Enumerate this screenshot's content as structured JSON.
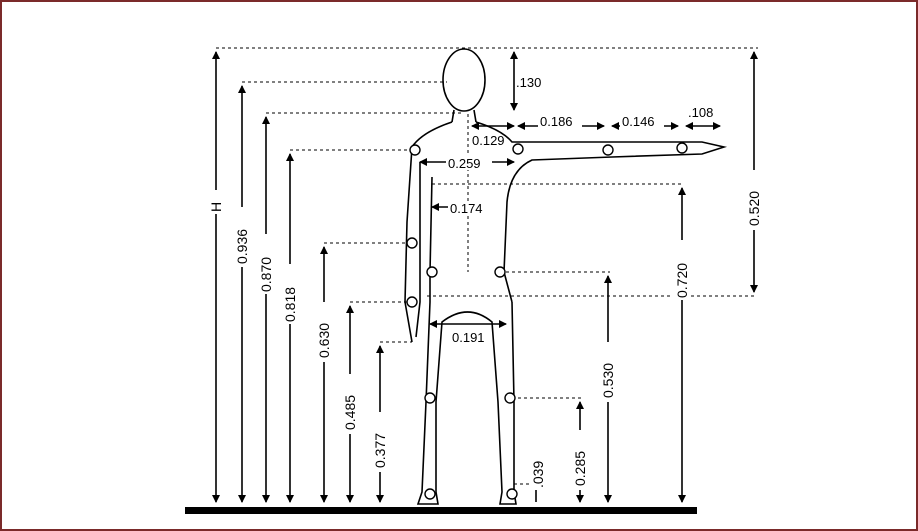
{
  "figure": {
    "labels": {
      "H": "H",
      "h0936": "0.936",
      "h0870": "0.870",
      "h0818": "0.818",
      "h0630": "0.630",
      "h0485": "0.485",
      "h0377": "0.377",
      "h0720": "0.720",
      "h0530": "0.530",
      "h0285": "0.285",
      "h039": ".039",
      "h0520": "0.520",
      "h130": ".130",
      "w0129": "0.129",
      "w0186": "0.186",
      "w0146": "0.146",
      "w108": ".108",
      "w0259": "0.259",
      "w0174": "0.174",
      "w0191": "0.191"
    },
    "colors": {
      "frame": "#7b2a2a",
      "ink": "#000000"
    }
  }
}
